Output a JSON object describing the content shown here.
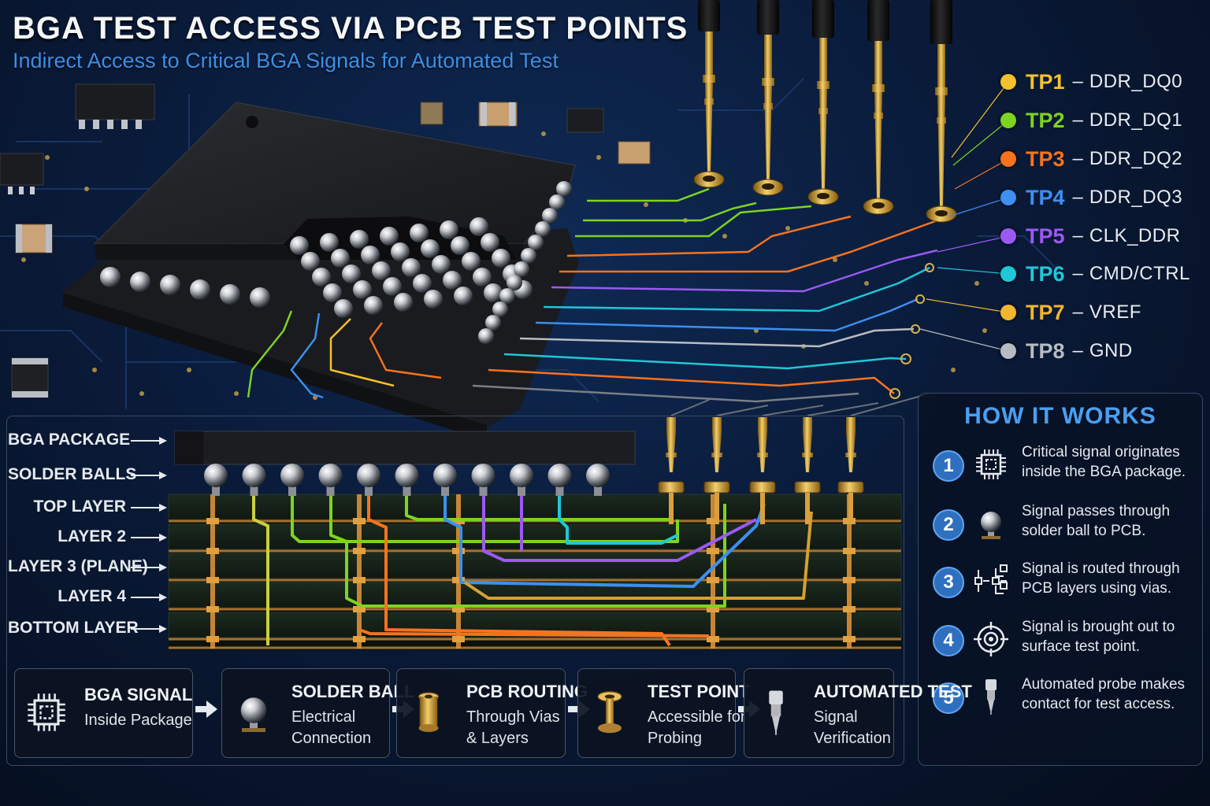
{
  "header": {
    "title": "BGA TEST ACCESS VIA PCB TEST POINTS",
    "subtitle": "Indirect Access to Critical BGA Signals for Automated Test"
  },
  "legend": [
    {
      "tp": "TP1",
      "sep": "–",
      "signal": "DDR_DQ0",
      "color": "#f2c12e"
    },
    {
      "tp": "TP2",
      "sep": "–",
      "signal": "DDR_DQ1",
      "color": "#7ed321"
    },
    {
      "tp": "TP3",
      "sep": "–",
      "signal": "DDR_DQ2",
      "color": "#f5731f"
    },
    {
      "tp": "TP4",
      "sep": "–",
      "signal": "DDR_DQ3",
      "color": "#3d8ff0"
    },
    {
      "tp": "TP5",
      "sep": "–",
      "signal": "CLK_DDR",
      "color": "#9b59f2"
    },
    {
      "tp": "TP6",
      "sep": "–",
      "signal": "CMD/CTRL",
      "color": "#1fc7d9"
    },
    {
      "tp": "TP7",
      "sep": "–",
      "signal": "VREF",
      "color": "#f2b52e"
    },
    {
      "tp": "TP8",
      "sep": "–",
      "signal": "GND",
      "color": "#b8bcc2"
    }
  ],
  "cross_section": {
    "labels": [
      "BGA PACKAGE",
      "SOLDER BALLS",
      "TOP LAYER",
      "LAYER 2",
      "LAYER 3 (PLANE)",
      "LAYER 4",
      "BOTTOM LAYER"
    ]
  },
  "how_it_works": {
    "title": "HOW IT WORKS",
    "steps": [
      {
        "num": "1",
        "icon": "chip-icon",
        "line1": "Critical signal originates",
        "line2": "inside the BGA package."
      },
      {
        "num": "2",
        "icon": "solder-ball-icon",
        "line1": "Signal passes through",
        "line2": "solder ball to PCB."
      },
      {
        "num": "3",
        "icon": "routing-icon",
        "line1": "Signal is routed through",
        "line2": "PCB layers using vias."
      },
      {
        "num": "4",
        "icon": "target-icon",
        "line1": "Signal is brought out to",
        "line2": "surface test point."
      },
      {
        "num": "5",
        "icon": "probe-icon",
        "line1": "Automated probe makes",
        "line2": "contact for test access."
      }
    ]
  },
  "flow": [
    {
      "icon": "chip-icon",
      "title": "BGA SIGNAL",
      "sub1": "Inside Package",
      "sub2": ""
    },
    {
      "icon": "solder-ball-icon",
      "title": "SOLDER BALL",
      "sub1": "Electrical",
      "sub2": "Connection"
    },
    {
      "icon": "via-icon",
      "title": "PCB ROUTING",
      "sub1": "Through Vias",
      "sub2": "& Layers"
    },
    {
      "icon": "test-point-icon",
      "title": "TEST POINT",
      "sub1": "Accessible for",
      "sub2": "Probing"
    },
    {
      "icon": "probe-icon",
      "title": "AUTOMATED TEST",
      "sub1": "Signal",
      "sub2": "Verification"
    }
  ]
}
